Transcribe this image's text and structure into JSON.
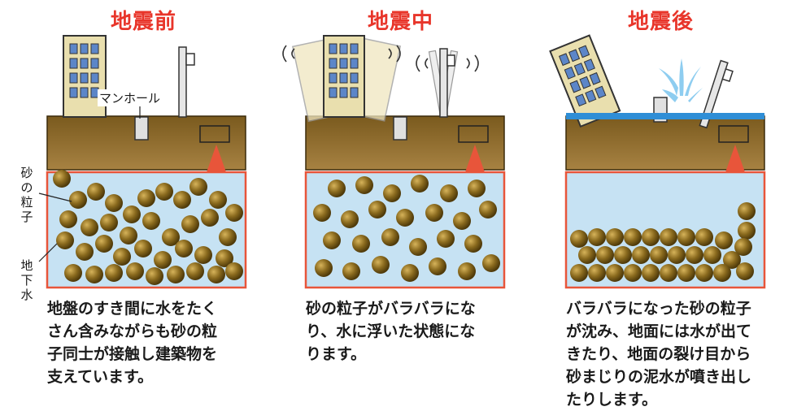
{
  "panels": [
    {
      "title": "地震前",
      "description": [
        "地盤のすき間に水をたく",
        "さん含みながらも砂の粒",
        "子同士が接触し建築物を",
        "支えています。"
      ]
    },
    {
      "title": "地震中",
      "description": [
        "砂の粒子がバラバラにな",
        "り、水に浮いた状態にな",
        "ります。"
      ]
    },
    {
      "title": "地震後",
      "description": [
        "バラバラになった砂の粒子",
        "が沈み、地面には水が出て",
        "きたり、地面の裂け目から",
        "砂まじりの泥水が噴き出し",
        "たりします。"
      ]
    }
  ],
  "labels": {
    "manhole": "マンホール",
    "sand_particles": "砂の粒子",
    "groundwater": "地下水"
  },
  "colors": {
    "title_red": "#e8352a",
    "soil_brown": "#8b6a2c",
    "water_blue": "#c6e2f3",
    "box_border": "#e8553a",
    "grain": "#8a6a1e",
    "building": "#e9dfae",
    "window": "#5c86c8",
    "surface_water": "#2f8ed6"
  }
}
